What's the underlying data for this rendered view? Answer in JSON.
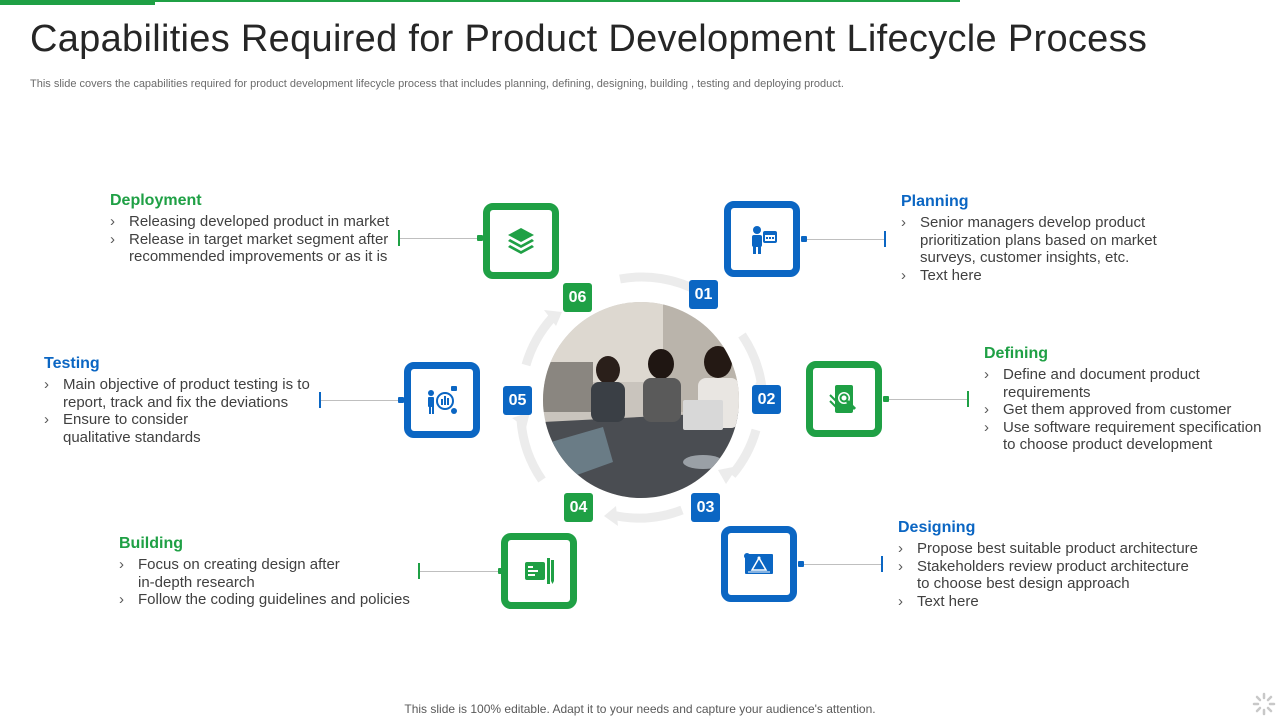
{
  "title": "Capabilities Required for Product Development Lifecycle Process",
  "subtitle": "This slide covers the capabilities required for product development lifecycle process that includes planning, defining, designing, building , testing and deploying product.",
  "footer": "This slide is 100% editable. Adapt it to your needs and capture your audience's attention.",
  "colors": {
    "green": "#1fa045",
    "blue": "#0b66c3"
  },
  "steps": [
    {
      "number": "01",
      "heading": "Planning",
      "icon": "presenter-calendar-icon",
      "bullets": [
        "Senior managers develop product prioritization plans based on market surveys, customer insights, etc.",
        "Text here"
      ]
    },
    {
      "number": "02",
      "heading": "Defining",
      "icon": "document-search-icon",
      "bullets": [
        "Define and document product requirements",
        "Get them approved from customer",
        "Use software requirement specification to choose product development"
      ]
    },
    {
      "number": "03",
      "heading": "Designing",
      "icon": "blueprint-icon",
      "bullets": [
        "Propose best suitable product architecture",
        "Stakeholders review product architecture to choose best design approach",
        "Text here"
      ]
    },
    {
      "number": "04",
      "heading": "Building",
      "icon": "code-tools-icon",
      "bullets": [
        "Focus on creating design after in-depth research",
        "Follow the coding guidelines and policies"
      ]
    },
    {
      "number": "05",
      "heading": "Testing",
      "icon": "analysis-presenter-icon",
      "bullets": [
        "Main objective of product testing is to report, track and fix the deviations",
        "Ensure to consider qualitative standards"
      ]
    },
    {
      "number": "06",
      "heading": "Deployment",
      "icon": "layers-stack-icon",
      "bullets": [
        "Releasing developed product in market",
        "Release in target market segment after recommended improvements or as it is"
      ]
    }
  ]
}
